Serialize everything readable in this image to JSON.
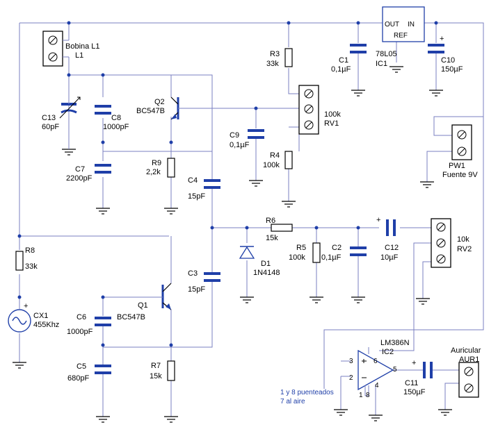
{
  "components": {
    "L1": {
      "ref": "Bobina L1",
      "ref2": "L1"
    },
    "C13": {
      "ref": "C13",
      "value": "60pF"
    },
    "C8": {
      "ref": "C8",
      "value": "1000pF"
    },
    "C7": {
      "ref": "C7",
      "value": "2200pF"
    },
    "Q2": {
      "ref": "Q2",
      "value": "BC547B"
    },
    "R9": {
      "ref": "R9",
      "value": "2,2k"
    },
    "C4": {
      "ref": "C4",
      "value": "15pF"
    },
    "C3": {
      "ref": "C3",
      "value": "15pF"
    },
    "R3": {
      "ref": "R3",
      "value": "33k"
    },
    "RV1": {
      "ref": "RV1",
      "value": "100k"
    },
    "C9": {
      "ref": "C9",
      "value": "0,1µF"
    },
    "R4": {
      "ref": "R4",
      "value": "100k"
    },
    "C1": {
      "ref": "C1",
      "value": "0,1µF"
    },
    "IC1": {
      "ref": "IC1",
      "value": "78L05",
      "pin_out": "OUT",
      "pin_in": "IN",
      "pin_ref": "REF"
    },
    "C10": {
      "ref": "C10",
      "value": "150µF",
      "polarity": "+"
    },
    "PW1": {
      "ref": "PW1",
      "value": "Fuente 9V"
    },
    "R8": {
      "ref": "R8",
      "value": "33k"
    },
    "CX1": {
      "ref": "CX1",
      "value": "455Khz",
      "polarity": "+"
    },
    "C6": {
      "ref": "C6",
      "value": "1000pF"
    },
    "Q1": {
      "ref": "Q1",
      "value": "BC547B"
    },
    "C5": {
      "ref": "C5",
      "value": "680pF"
    },
    "R7": {
      "ref": "R7",
      "value": "15k"
    },
    "R6": {
      "ref": "R6",
      "value": "15k"
    },
    "D1": {
      "ref": "D1",
      "value": "1N4148"
    },
    "R5": {
      "ref": "R5",
      "value": "100k"
    },
    "C2": {
      "ref": "C2",
      "value": "0,1µF"
    },
    "C12": {
      "ref": "C12",
      "value": "10µF",
      "polarity": "+"
    },
    "RV2": {
      "ref": "RV2",
      "value": "10k"
    },
    "IC2": {
      "ref": "IC2",
      "value": "LM386N",
      "pin3": "3",
      "pin2": "2",
      "pin6": "6",
      "pin4": "4",
      "pin5": "5",
      "pin1": "1",
      "pin8": "8"
    },
    "C11": {
      "ref": "C11",
      "value": "150µF",
      "polarity": "+"
    },
    "AUR1": {
      "ref": "Auricular",
      "ref2": "AUR1"
    }
  },
  "notes": {
    "line1": "1 y 8 puenteados",
    "line2": "7 al aire"
  },
  "colors": {
    "wire": "#7a7fc0",
    "component": "#1f3fa8",
    "note_text": "#1f3fa8"
  }
}
